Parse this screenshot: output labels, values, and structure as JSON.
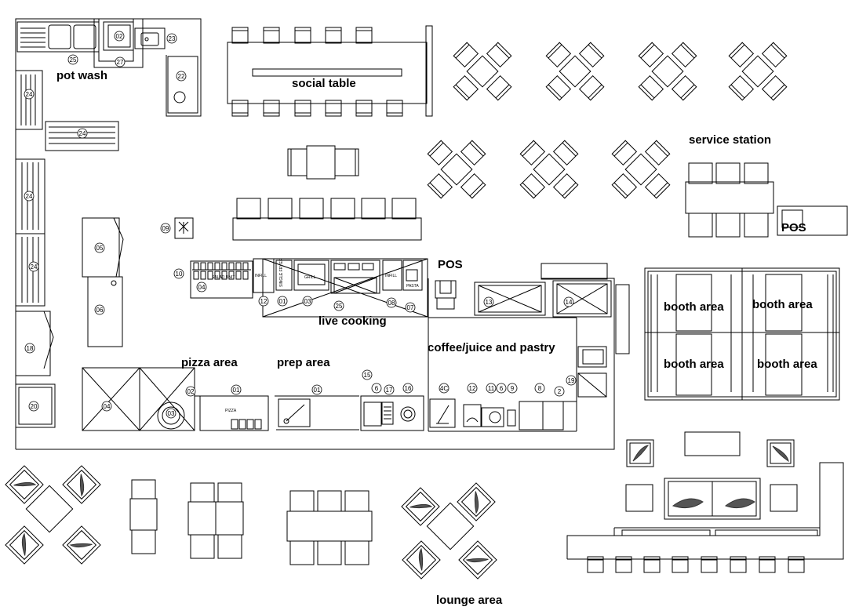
{
  "labels": {
    "pot_wash": "pot wash",
    "social_table": "social table",
    "service_station": "service station",
    "pos_top": "POS",
    "pos_counter": "POS",
    "live_cooking": "live cooking",
    "coffee": "coffee/juice and pastry",
    "pizza_area": "pizza area",
    "prep_area": "prep area",
    "booth_1": "booth area",
    "booth_2": "booth area",
    "booth_3": "booth area",
    "booth_4": "booth area",
    "lounge_area": "lounge area"
  },
  "small_labels": {
    "salad_unit": "SALAD UNIT",
    "pizza": "PIZZA",
    "infill_left": "INFILL",
    "infill_right": "INFILL",
    "grill": "GRILL",
    "single_fryer": "SINGLE FRYER",
    "pasta": "PASTA"
  },
  "equipment_tags": [
    {
      "id": "t25a",
      "text": "25"
    },
    {
      "id": "t27",
      "text": "27"
    },
    {
      "id": "t23",
      "text": "23"
    },
    {
      "id": "t22",
      "text": "22"
    },
    {
      "id": "t02top",
      "text": "02"
    },
    {
      "id": "t24a",
      "text": "24"
    },
    {
      "id": "t24b",
      "text": "24"
    },
    {
      "id": "t24c",
      "text": "24"
    },
    {
      "id": "t24d",
      "text": "24"
    },
    {
      "id": "t09",
      "text": "09"
    },
    {
      "id": "t05",
      "text": "05"
    },
    {
      "id": "t10",
      "text": "10"
    },
    {
      "id": "t04",
      "text": "04"
    },
    {
      "id": "t06",
      "text": "06"
    },
    {
      "id": "t18",
      "text": "18"
    },
    {
      "id": "t20",
      "text": "20"
    },
    {
      "id": "t12",
      "text": "12"
    },
    {
      "id": "t01a",
      "text": "01"
    },
    {
      "id": "t03a",
      "text": "03"
    },
    {
      "id": "t25b",
      "text": "25"
    },
    {
      "id": "t08",
      "text": "08"
    },
    {
      "id": "t07",
      "text": "07"
    },
    {
      "id": "t13",
      "text": "13"
    },
    {
      "id": "t14",
      "text": "14"
    },
    {
      "id": "t04b",
      "text": "04"
    },
    {
      "id": "t02b",
      "text": "02"
    },
    {
      "id": "t03b",
      "text": "03"
    },
    {
      "id": "t01b",
      "text": "01"
    },
    {
      "id": "t01c",
      "text": "01"
    },
    {
      "id": "t15",
      "text": "15"
    },
    {
      "id": "t6",
      "text": "6"
    },
    {
      "id": "t17",
      "text": "17"
    },
    {
      "id": "t16",
      "text": "16"
    },
    {
      "id": "t4c",
      "text": "4C"
    },
    {
      "id": "t12b",
      "text": "12"
    },
    {
      "id": "t11",
      "text": "11"
    },
    {
      "id": "t6b",
      "text": "6"
    },
    {
      "id": "t9",
      "text": "9"
    },
    {
      "id": "t8",
      "text": "8"
    },
    {
      "id": "t2",
      "text": "2"
    },
    {
      "id": "t19",
      "text": "19"
    }
  ]
}
